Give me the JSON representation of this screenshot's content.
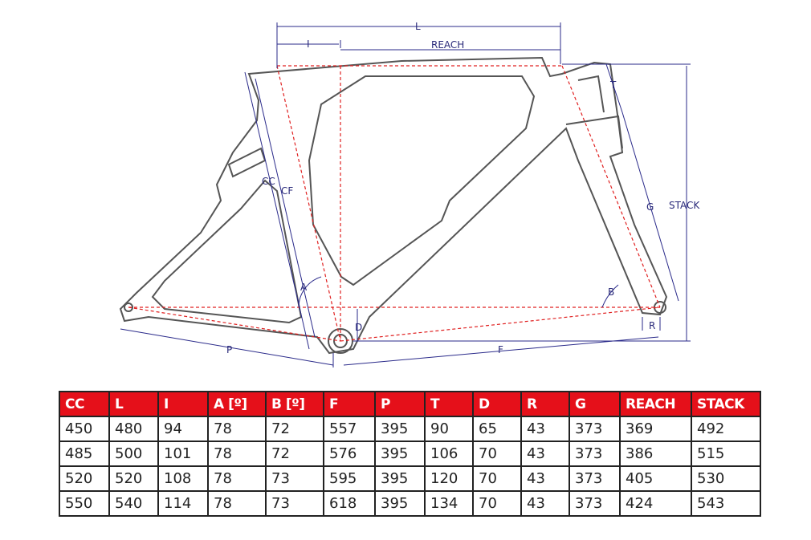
{
  "diagram": {
    "labels": {
      "L": "L",
      "I": "I",
      "REACH": "REACH",
      "T": "T",
      "G": "G",
      "STACK": "STACK",
      "CC": "CC",
      "CF": "CF",
      "A": "A",
      "B": "B",
      "D": "D",
      "R": "R",
      "P": "P",
      "F": "F"
    },
    "colors": {
      "frame": "#555555",
      "dimension": "#2a2a8a",
      "centerline": "#e02020"
    }
  },
  "table": {
    "headers": [
      "CC",
      "L",
      "I",
      "A [º]",
      "B [º]",
      "F",
      "P",
      "T",
      "D",
      "R",
      "G",
      "REACH",
      "STACK"
    ],
    "rows": [
      [
        "450",
        "480",
        "94",
        "78",
        "72",
        "557",
        "395",
        "90",
        "65",
        "43",
        "373",
        "369",
        "492"
      ],
      [
        "485",
        "500",
        "101",
        "78",
        "72",
        "576",
        "395",
        "106",
        "70",
        "43",
        "373",
        "386",
        "515"
      ],
      [
        "520",
        "520",
        "108",
        "78",
        "73",
        "595",
        "395",
        "120",
        "70",
        "43",
        "373",
        "405",
        "530"
      ],
      [
        "550",
        "540",
        "114",
        "78",
        "73",
        "618",
        "395",
        "134",
        "70",
        "43",
        "373",
        "424",
        "543"
      ]
    ],
    "header_color": "#e5101a"
  }
}
